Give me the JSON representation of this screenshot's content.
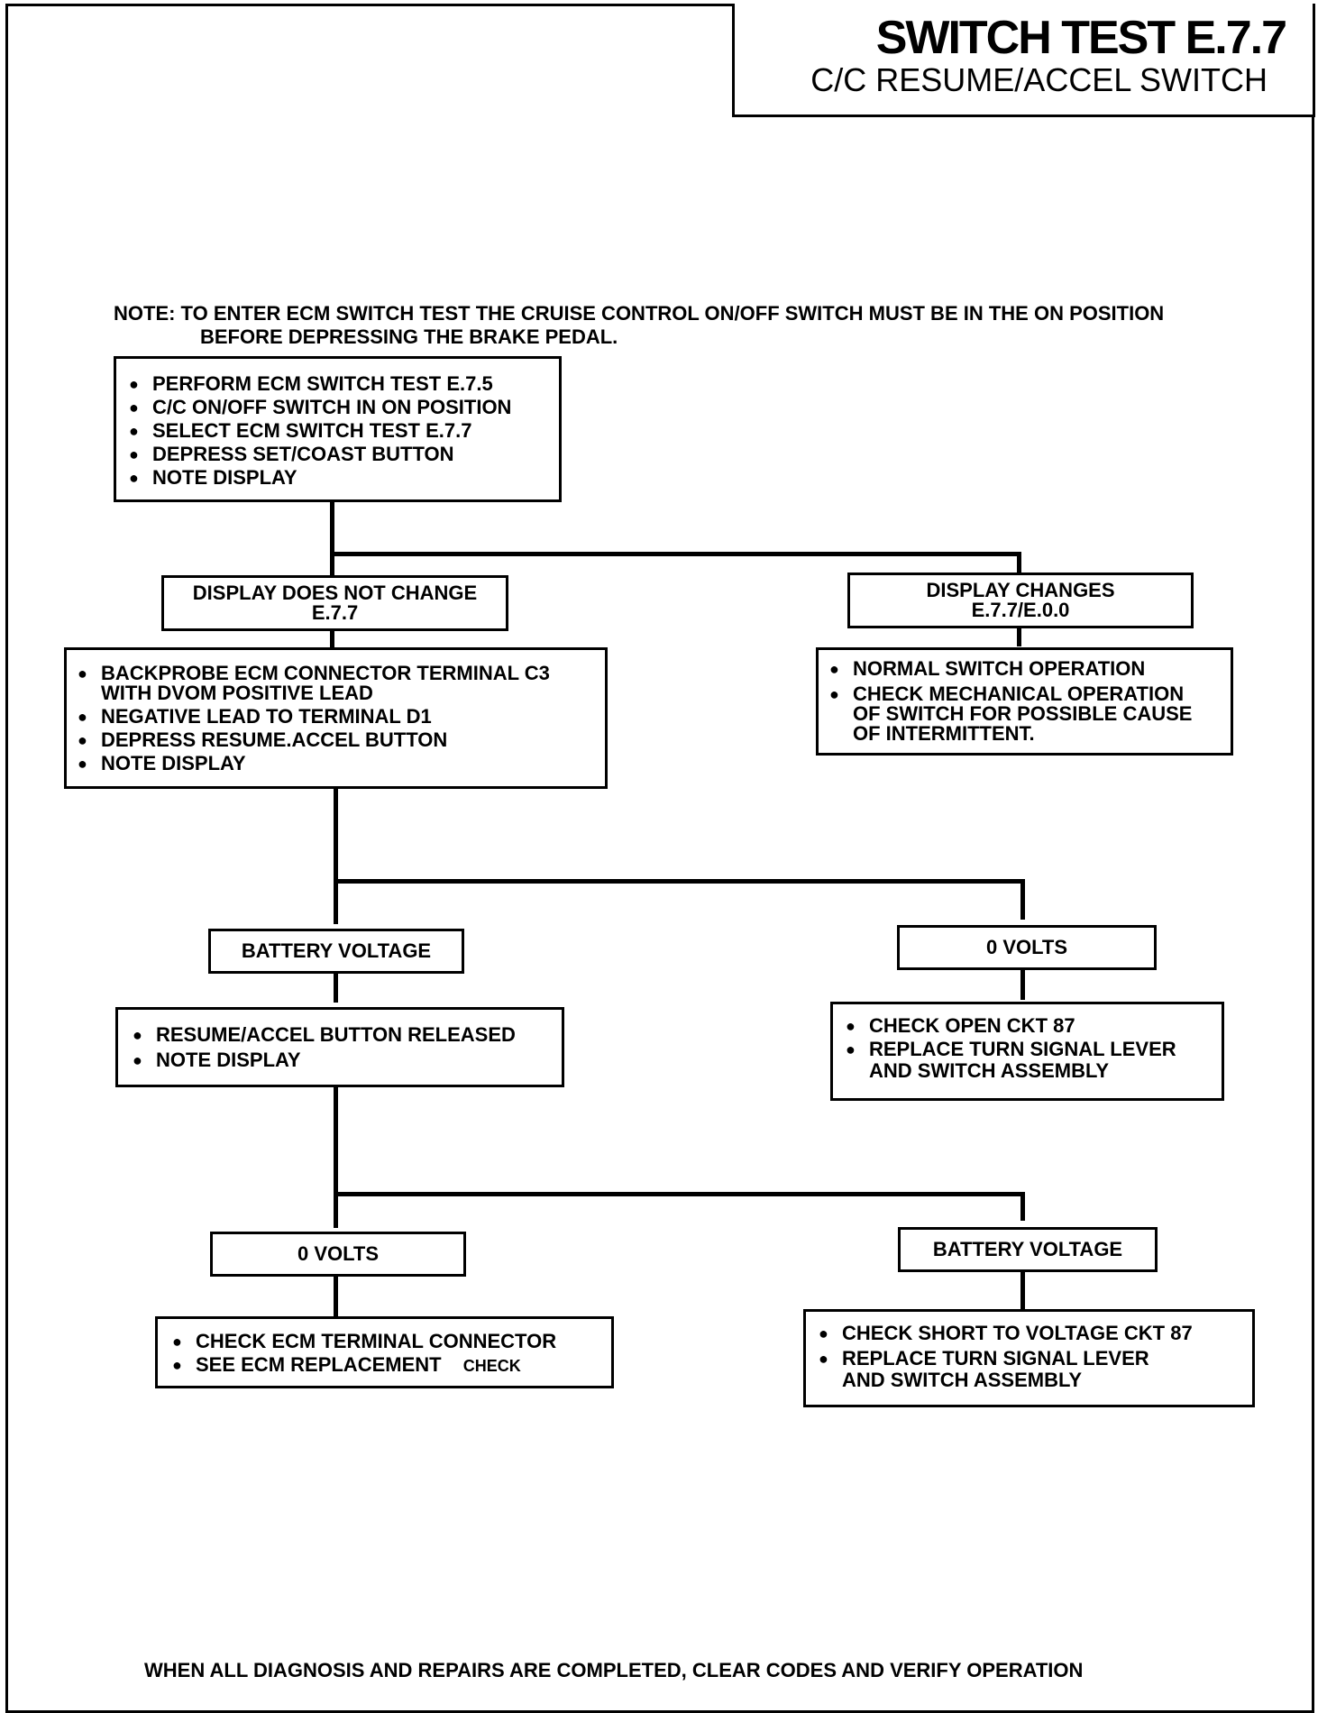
{
  "header": {
    "title": "SWITCH TEST E.7.7",
    "subtitle": "C/C RESUME/ACCEL SWITCH"
  },
  "note": {
    "line1": "NOTE: TO ENTER ECM SWITCH TEST THE CRUISE CONTROL ON/OFF SWITCH MUST BE IN THE ON POSITION",
    "line2": "BEFORE DEPRESSING THE BRAKE PEDAL."
  },
  "start_box": {
    "items": [
      "PERFORM ECM SWITCH TEST E.7.5",
      "C/C ON/OFF SWITCH IN ON POSITION",
      "SELECT ECM SWITCH TEST E.7.7",
      "DEPRESS SET/COAST BUTTON",
      "NOTE DISPLAY"
    ]
  },
  "branch1": {
    "left_label_line1": "DISPLAY DOES NOT CHANGE",
    "left_label_line2": "E.7.7",
    "right_label_line1": "DISPLAY CHANGES",
    "right_label_line2": "E.7.7/E.0.0",
    "left_steps": [
      "BACKPROBE ECM CONNECTOR TERMINAL C3 WITH DVOM POSITIVE LEAD",
      "NEGATIVE LEAD TO TERMINAL D1",
      "DEPRESS RESUME.ACCEL BUTTON",
      "NOTE DISPLAY"
    ],
    "right_steps": [
      "NORMAL SWITCH OPERATION",
      "CHECK MECHANICAL OPERATION OF SWITCH  FOR POSSIBLE CAUSE OF INTERMITTENT."
    ]
  },
  "branch2": {
    "left_label": "BATTERY VOLTAGE",
    "right_label": "0 VOLTS",
    "left_steps": [
      "RESUME/ACCEL BUTTON RELEASED",
      "NOTE DISPLAY"
    ],
    "right_steps": [
      "CHECK OPEN CKT 87",
      "REPLACE TURN SIGNAL LEVER AND SWITCH ASSEMBLY"
    ]
  },
  "branch3": {
    "left_label": "0 VOLTS",
    "right_label": "BATTERY VOLTAGE",
    "left_steps": [
      "CHECK ECM TERMINAL CONNECTOR",
      "SEE ECM REPLACEMENT"
    ],
    "left_annotation": "CHECK",
    "right_steps": [
      "CHECK SHORT TO VOLTAGE CKT 87",
      "REPLACE TURN SIGNAL LEVER AND SWITCH ASSEMBLY"
    ]
  },
  "footer": {
    "text": "WHEN ALL DIAGNOSIS AND REPAIRS ARE COMPLETED, CLEAR CODES AND VERIFY OPERATION"
  }
}
